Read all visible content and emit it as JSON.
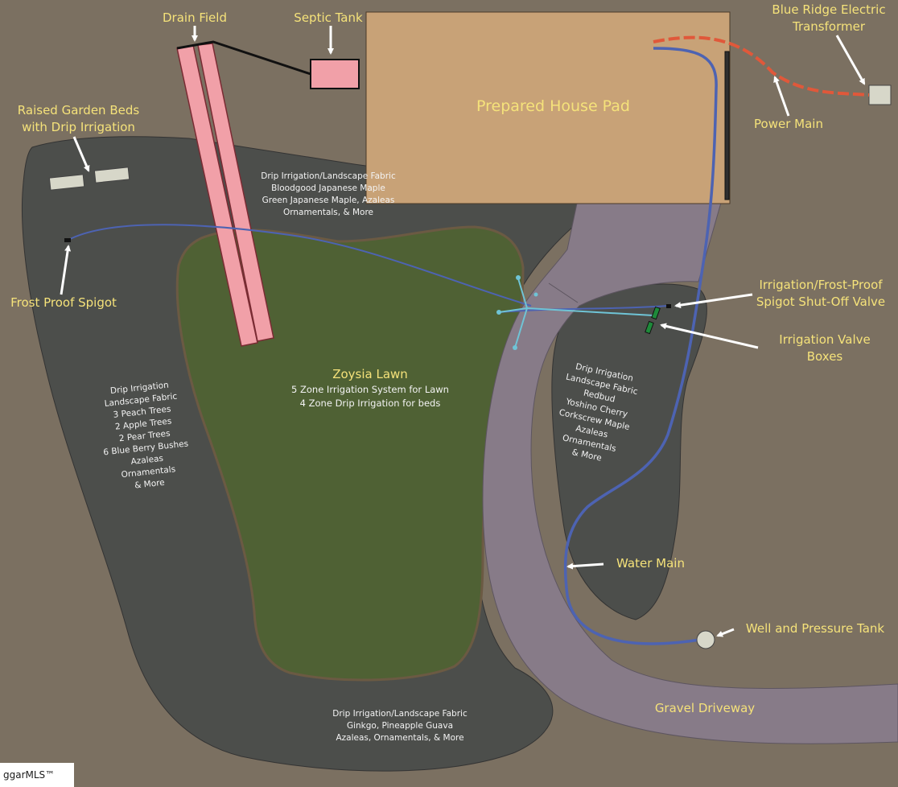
{
  "colors": {
    "ground": "#7b7061",
    "bed": "#4c4e4b",
    "lawn": "#4f6134",
    "pad": "#c8a277",
    "driveway": "#877b88",
    "drain": "#f1a0a8",
    "water_main": "#4d63b2",
    "irrigation": "#6fc4d6",
    "power": "#e0583a",
    "label": "#f5e27a",
    "bed_text": "#f3f3f3"
  },
  "labels": {
    "drain_field": "Drain Field",
    "septic_tank": "Septic Tank",
    "transformer": [
      "Blue Ridge Electric",
      "Transformer"
    ],
    "raised_beds": [
      "Raised Garden Beds",
      "with Drip Irrigation"
    ],
    "house_pad": "Prepared House Pad",
    "power_main": "Power Main",
    "frost_spigot": "Frost Proof Spigot",
    "shutoff_valve": [
      "Irrigation/Frost-Proof",
      "Spigot Shut-Off Valve"
    ],
    "valve_boxes": [
      "Irrigation Valve",
      "Boxes"
    ],
    "lawn": [
      "Zoysia Lawn",
      "5 Zone Irrigation System for Lawn",
      "4 Zone Drip Irrigation for beds"
    ],
    "water_main": "Water Main",
    "well": "Well and Pressure Tank",
    "driveway": "Gravel Driveway"
  },
  "beds": {
    "north": [
      "Drip Irrigation/Landscape Fabric",
      "Bloodgood Japanese Maple",
      "Green Japanese Maple, Azaleas",
      "Ornamentals, & More"
    ],
    "west": [
      "Drip Irrigation",
      "Landscape Fabric",
      "3 Peach Trees",
      "2 Apple Trees",
      "2 Pear Trees",
      "6 Blue Berry Bushes",
      "Azaleas",
      "Ornamentals",
      "& More"
    ],
    "east": [
      "Drip Irrigation",
      "Landscape Fabric",
      "Redbud",
      "Yoshino Cherry",
      "Corkscrew Maple",
      "Azaleas",
      "Ornamentals",
      "& More"
    ],
    "south": [
      "Drip Irrigation/Landscape Fabric",
      "Ginkgo, Pineapple Guava",
      "Azaleas, Ornamentals, & More"
    ]
  },
  "brand": "ggarMLS™"
}
